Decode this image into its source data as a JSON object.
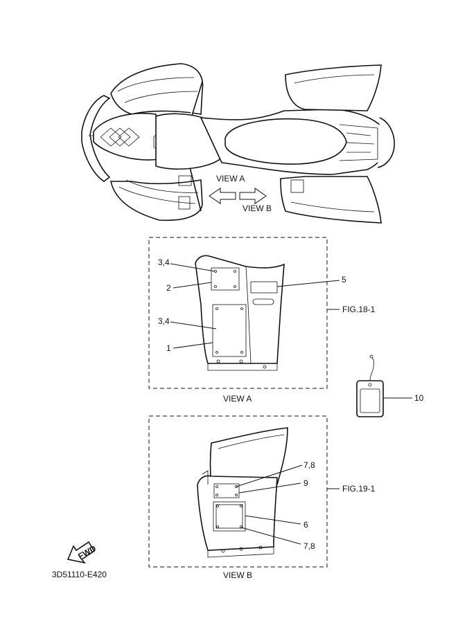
{
  "labels": {
    "view_a_arrow": "VIEW A",
    "view_b_arrow": "VIEW B",
    "view_a_caption": "VIEW A",
    "view_b_caption": "VIEW B",
    "fig_a": "FIG.18-1",
    "fig_b": "FIG.19-1",
    "fwd": "FWD",
    "drawing_code": "3D51110-E420"
  },
  "callouts_view_a": {
    "c1": "3,4",
    "c2": "2",
    "c3": "3,4",
    "c4": "1",
    "c5": "5"
  },
  "callouts_view_b": {
    "c1": "7,8",
    "c2": "9",
    "c3": "6",
    "c4": "7,8"
  },
  "callout_tag": "10"
}
